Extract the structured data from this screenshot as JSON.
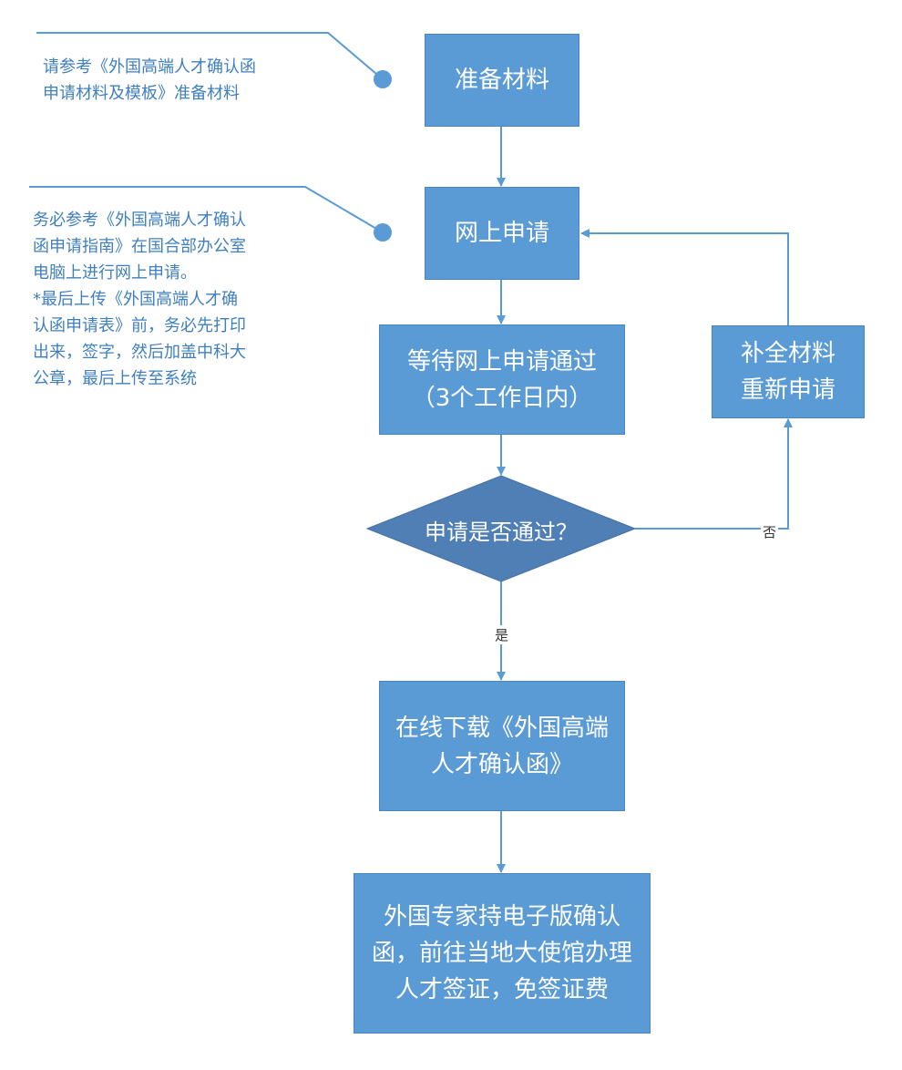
{
  "steps": {
    "prepare": "准备材料",
    "apply_online": "网上申请",
    "wait": "等待网上申请通过\n（3个工作日内）",
    "resupply": "补全材料\n重新申请",
    "download": "在线下载《外国高端\n人才确认函》",
    "visa": "外国专家持电子版确认\n函，前往当地大使馆办理\n人才签证，免签证费"
  },
  "decision": {
    "question": "申请是否通过？",
    "no_label": "否",
    "yes_label": "是"
  },
  "notes": {
    "note1": "请参考《外国高端人才确认函\n申请材料及模板》准备材料",
    "note2": "务必参考《外国高端人才确认\n函申请指南》在国合部办公室\n电脑上进行网上申请。\n*最后上传《外国高端人才确\n认函申请表》前，务必先打印\n出来，签字，然后加盖中科大\n公章，最后上传至系统"
  },
  "colors": {
    "box_fill": "#5b9bd5",
    "diamond_fill": "#4f7fb5",
    "line": "#5b9bd5",
    "note_text": "#3f7fbf"
  }
}
